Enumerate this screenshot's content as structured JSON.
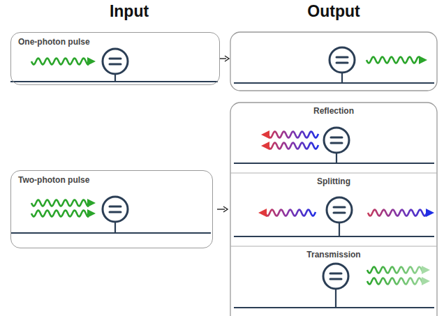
{
  "diagram": {
    "nodes": [
      {
        "text": [
          "One-photon pulse"
        ]
      },
      {
        "text": [
          "Two-photon pulse"
        ]
      },
      {
        "text": [
          "Reflection"
        ]
      },
      {
        "text": [
          "Splitting"
        ]
      },
      {
        "text": [
          "Transmission"
        ]
      }
    ],
    "labels": [
      "Input",
      "Output"
    ]
  }
}
